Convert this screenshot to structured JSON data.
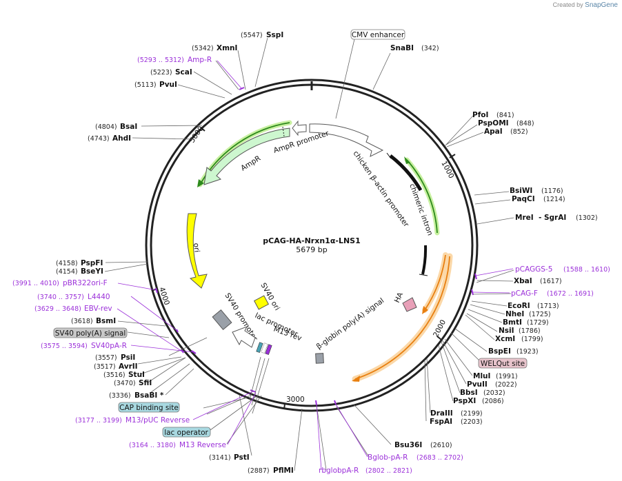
{
  "credit": {
    "prefix": "Created by",
    "brand": "SnapGene"
  },
  "plasmid": {
    "name": "pCAG-HA-Nrxn1α-LNS1",
    "length": "5679 bp"
  },
  "ticks": [
    "1000",
    "2000",
    "3000",
    "4000",
    "5000"
  ],
  "sites": [
    {
      "name": "SspI",
      "pos": "(5547)"
    },
    {
      "name": "XmnI",
      "pos": "(5342)"
    },
    {
      "name": "ScaI",
      "pos": "(5223)"
    },
    {
      "name": "PvuI",
      "pos": "(5113)"
    },
    {
      "name": "BsaI",
      "pos": "(4804)"
    },
    {
      "name": "AhdI",
      "pos": "(4743)"
    },
    {
      "name": "PspFI",
      "pos": "(4158)"
    },
    {
      "name": "BseYI",
      "pos": "(4154)"
    },
    {
      "name": "BsmI",
      "pos": "(3618)"
    },
    {
      "name": "PsiI",
      "pos": "(3557)"
    },
    {
      "name": "AvrII",
      "pos": "(3517)"
    },
    {
      "name": "StuI",
      "pos": "(3516)"
    },
    {
      "name": "SfiI",
      "pos": "(3470)"
    },
    {
      "name": "BsaBI *",
      "pos": "(3336)"
    },
    {
      "name": "PstI",
      "pos": "(3141)"
    },
    {
      "name": "PflMI",
      "pos": "(2887)"
    },
    {
      "name": "SnaBI",
      "pos": "(342)"
    },
    {
      "name": "PfoI",
      "pos": "(841)"
    },
    {
      "name": "PspOMI",
      "pos": "(848)"
    },
    {
      "name": "ApaI",
      "pos": "(852)"
    },
    {
      "name": "BsiWI",
      "pos": "(1176)"
    },
    {
      "name": "PaqCI",
      "pos": "(1214)"
    },
    {
      "name": "MreI  - SgrAI",
      "pos": "(1302)"
    },
    {
      "name": "XbaI",
      "pos": "(1617)"
    },
    {
      "name": "EcoRI",
      "pos": "(1713)"
    },
    {
      "name": "NheI",
      "pos": "(1725)"
    },
    {
      "name": "BmtI",
      "pos": "(1729)"
    },
    {
      "name": "NsiI",
      "pos": "(1786)"
    },
    {
      "name": "XcmI",
      "pos": "(1799)"
    },
    {
      "name": "BspEI",
      "pos": "(1923)"
    },
    {
      "name": "MluI",
      "pos": "(1991)"
    },
    {
      "name": "PvuII",
      "pos": "(2022)"
    },
    {
      "name": "BbsI",
      "pos": "(2032)"
    },
    {
      "name": "PspXI",
      "pos": "(2086)"
    },
    {
      "name": "DraIII",
      "pos": "(2199)"
    },
    {
      "name": "FspAI",
      "pos": "(2203)"
    },
    {
      "name": "Bsu36I",
      "pos": "(2610)"
    }
  ],
  "primers": [
    {
      "name": "Amp-R",
      "range": "(5293 .. 5312)"
    },
    {
      "name": "pBR322ori-F",
      "range": "(3991 .. 4010)"
    },
    {
      "name": "L4440",
      "range": "(3740 .. 3757)"
    },
    {
      "name": "EBV-rev",
      "range": "(3629 .. 3648)"
    },
    {
      "name": "SV40pA-R",
      "range": "(3575 .. 3594)"
    },
    {
      "name": "M13/pUC Reverse",
      "range": "(3177 .. 3199)"
    },
    {
      "name": "M13 Reverse",
      "range": "(3164 .. 3180)"
    },
    {
      "name": "rbglobpA-R",
      "range": "(2802 .. 2821)"
    },
    {
      "name": "Bglob-pA-R",
      "range": "(2683 .. 2702)"
    },
    {
      "name": "pCAGGS-5",
      "range": "(1588 .. 1610)"
    },
    {
      "name": "pCAG-F",
      "range": "(1672 .. 1691)"
    }
  ],
  "boxes": [
    {
      "name": "CMV enhancer",
      "color": "#ffffff"
    },
    {
      "name": "SV40 poly(A) signal",
      "color": "#c8c8c8"
    },
    {
      "name": "CAP binding site",
      "color": "#a8d8e0"
    },
    {
      "name": "lac operator",
      "color": "#a8d8e0"
    },
    {
      "name": "WELQut site",
      "color": "#e8c4cc"
    }
  ],
  "features": {
    "ampr_promoter": "AmpR promoter",
    "ampr": "AmpR",
    "chicken_actin": "chicken β-actin promoter",
    "chimeric_intron": "chimeric intron",
    "ori": "ori",
    "sv40_ori": "SV40 ori",
    "sv40_promoter": "SV40 promoter",
    "lac_promoter": "lac promoter",
    "m13_rev": "M13 rev",
    "ha": "HA",
    "bglobin": "β-globin poly(A) signal"
  },
  "colors": {
    "primer": "#9b30d9",
    "backbone": "#222222",
    "green_arrow": "#2d8a1c",
    "orange_arrow": "#e87f10",
    "yellow": "#ffff00"
  }
}
